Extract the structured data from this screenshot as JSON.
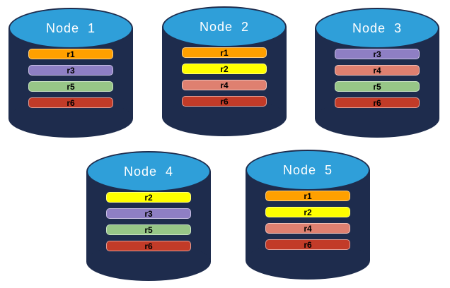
{
  "diagram": {
    "colors": {
      "background": "#ffffff",
      "cylinder_body": "#1E2C4D",
      "cylinder_top": "#2F9FD9",
      "node_label_text": "#ffffff",
      "bar_text": "#000000"
    },
    "replica_colors": {
      "r1": "#FFA000",
      "r2": "#FFFF00",
      "r3": "#8E7FC4",
      "r4": "#DF8070",
      "r5": "#97C687",
      "r6": "#C23B28"
    },
    "nodes": [
      {
        "label": "Node  1",
        "replicas": [
          "r1",
          "r3",
          "r5",
          "r6"
        ]
      },
      {
        "label": "Node  2",
        "replicas": [
          "r1",
          "r2",
          "r4",
          "r6"
        ]
      },
      {
        "label": "Node  3",
        "replicas": [
          "r3",
          "r4",
          "r5",
          "r6"
        ]
      },
      {
        "label": "Node  4",
        "replicas": [
          "r2",
          "r3",
          "r5",
          "r6"
        ]
      },
      {
        "label": "Node  5",
        "replicas": [
          "r1",
          "r2",
          "r4",
          "r6"
        ]
      }
    ]
  }
}
